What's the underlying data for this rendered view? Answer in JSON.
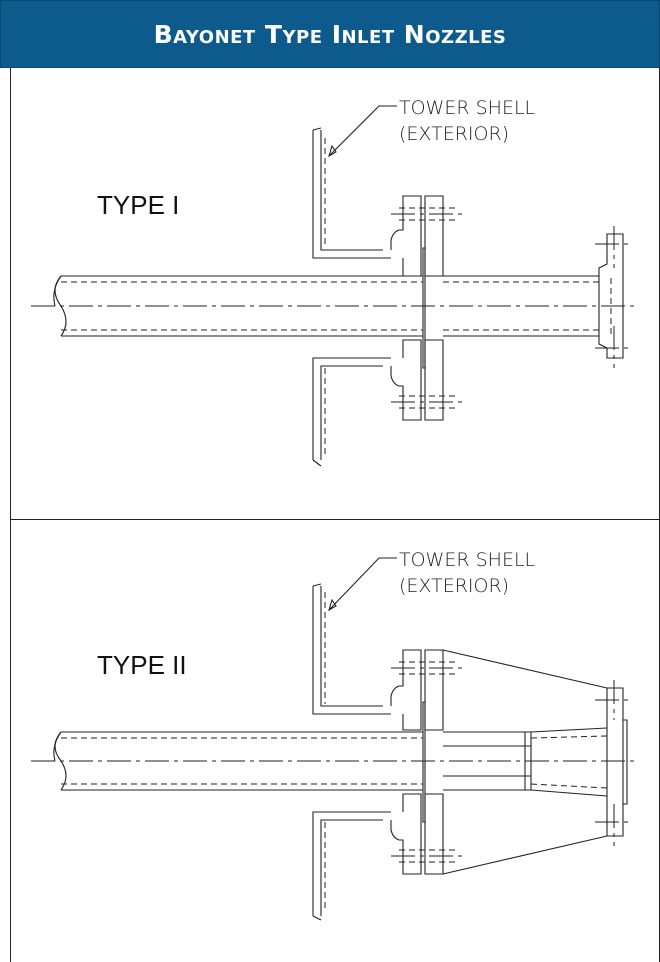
{
  "header": {
    "title": "Bayonet Type Inlet Nozzles"
  },
  "diagrams": [
    {
      "type_label": "TYPE I",
      "shell_label_line1": "TOWER SHELL",
      "shell_label_line2": "(EXTERIOR)"
    },
    {
      "type_label": "TYPE II",
      "shell_label_line1": "TOWER SHELL",
      "shell_label_line2": "(EXTERIOR)"
    }
  ],
  "colors": {
    "header_bg": "#0d5a8c",
    "header_text": "#ffffff",
    "line": "#222222"
  }
}
